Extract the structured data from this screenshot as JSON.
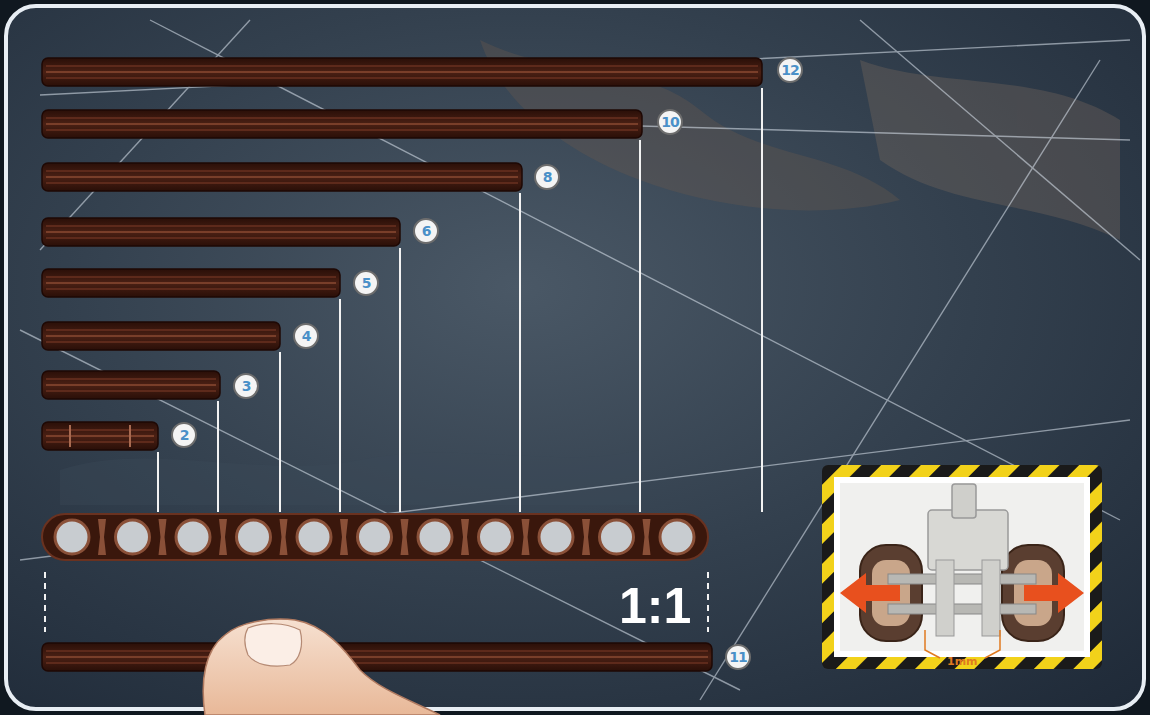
{
  "diagram": {
    "labels": [
      "12",
      "10",
      "8",
      "6",
      "5",
      "4",
      "3",
      "2",
      "1:1",
      "11",
      "1mm"
    ]
  }
}
